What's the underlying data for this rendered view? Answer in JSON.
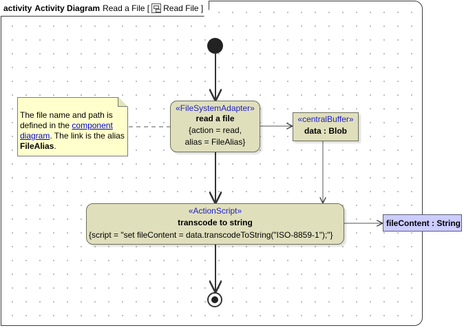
{
  "frame": {
    "keyword": "activity",
    "kind": "Activity Diagram",
    "activity_name": "Read a File",
    "bracket_open": "[",
    "diagram_ref": "Read File",
    "bracket_close": "]"
  },
  "note": {
    "text_before": "The file name and path is defined in the ",
    "link_text": "component diagram",
    "text_middle": ". The link is the alias ",
    "bold_alias": "FileAlias",
    "text_end": "."
  },
  "read_file_action": {
    "stereotype": "«FileSystemAdapter»",
    "name": "read a file",
    "prop_line_1": "{action = read,",
    "prop_line_2": "alias = FileAlias}"
  },
  "central_buffer": {
    "stereotype": "«centralBuffer»",
    "name": "data : Blob"
  },
  "transcode_action": {
    "stereotype": "«ActionScript»",
    "name": "transcode to string",
    "script": "{script = \"set fileContent = data.transcodeToString(\"ISO-8859-1\");\"}"
  },
  "output_pin": {
    "label": "fileContent : String"
  },
  "colors": {
    "action_fill": "#e0dfbc",
    "stereotype_text": "#2020c8",
    "note_fill": "#ffffcc",
    "pin_fill": "#ccccff"
  }
}
